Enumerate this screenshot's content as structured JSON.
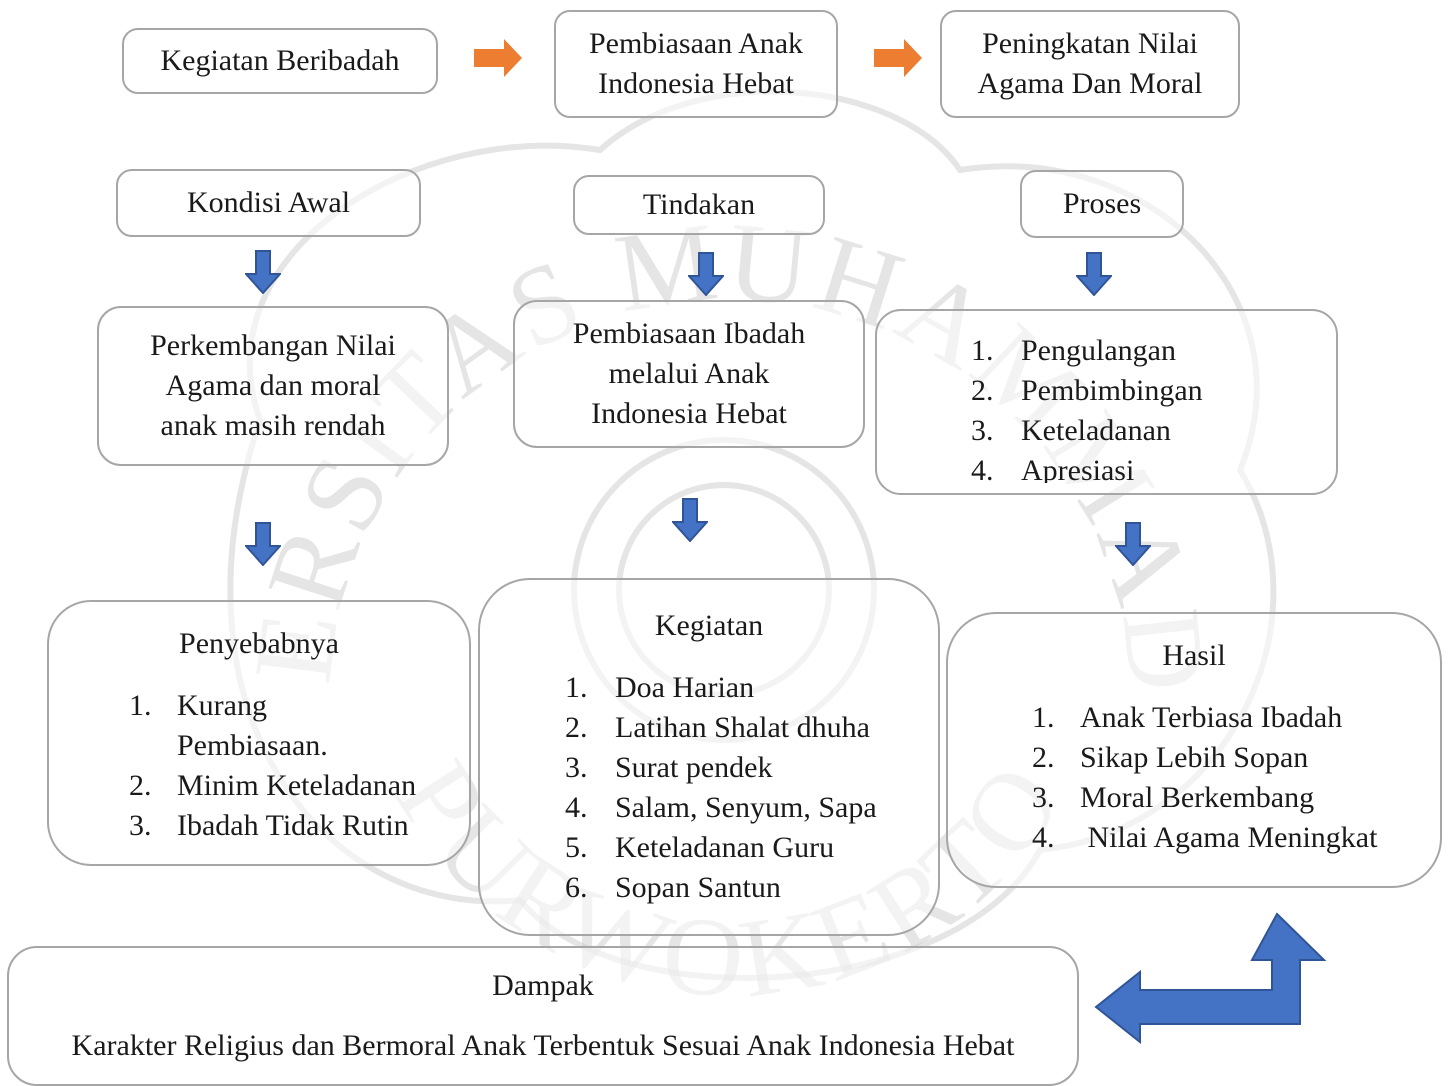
{
  "top_flow": {
    "step1": "Kegiatan Beribadah",
    "step2": "Pembiasaan Anak Indonesia Hebat",
    "step3": "Peningkatan Nilai Agama Dan Moral"
  },
  "kondisi_awal": {
    "header": "Kondisi Awal",
    "statement": "Perkembangan Nilai Agama dan moral anak masih rendah",
    "cause_title": "Penyebabnya",
    "causes": [
      {
        "num": "1.",
        "text": "Kurang Pembiasaan."
      },
      {
        "num": "2.",
        "text": "Minim Keteladanan"
      },
      {
        "num": "3.",
        "text": "Ibadah Tidak Rutin"
      }
    ]
  },
  "tindakan": {
    "header": "Tindakan",
    "statement": "Pembiasaan Ibadah melalui Anak Indonesia Hebat",
    "activity_title": "Kegiatan",
    "activities": [
      {
        "num": "1.",
        "text": "Doa Harian"
      },
      {
        "num": "2.",
        "text": "Latihan Shalat dhuha"
      },
      {
        "num": "3.",
        "text": "Surat pendek"
      },
      {
        "num": "4.",
        "text": "Salam, Senyum, Sapa"
      },
      {
        "num": "5.",
        "text": "Keteladanan Guru"
      },
      {
        "num": "6.",
        "text": "Sopan Santun"
      }
    ]
  },
  "proses": {
    "header": "Proses",
    "steps": [
      {
        "num": "1.",
        "text": "Pengulangan"
      },
      {
        "num": "2.",
        "text": "Pembimbingan"
      },
      {
        "num": "3.",
        "text": "Keteladanan"
      },
      {
        "num": "4.",
        "text": "Apresiasi"
      }
    ],
    "result_title": "Hasil",
    "results": [
      {
        "num": "1.",
        "text": "Anak Terbiasa Ibadah"
      },
      {
        "num": "2.",
        "text": "Sikap Lebih Sopan"
      },
      {
        "num": "3.",
        "text": "Moral Berkembang"
      },
      {
        "num": "4.",
        "text": " Nilai Agama Meningkat"
      }
    ]
  },
  "dampak": {
    "title": "Dampak",
    "text": "Karakter Religius dan Bermoral Anak Terbentuk Sesuai Anak Indonesia Hebat"
  },
  "watermark": {
    "top_text": "UNIVERSITAS MUHAMMADIYAH",
    "bottom_text": "PURWOKERTO"
  },
  "colors": {
    "orange_arrow": "#ed7d31",
    "blue_arrow": "#4472c4",
    "blue_arrow_border": "#2f5597",
    "box_border": "#a6a6a6",
    "watermark": "#d0d0d0"
  }
}
